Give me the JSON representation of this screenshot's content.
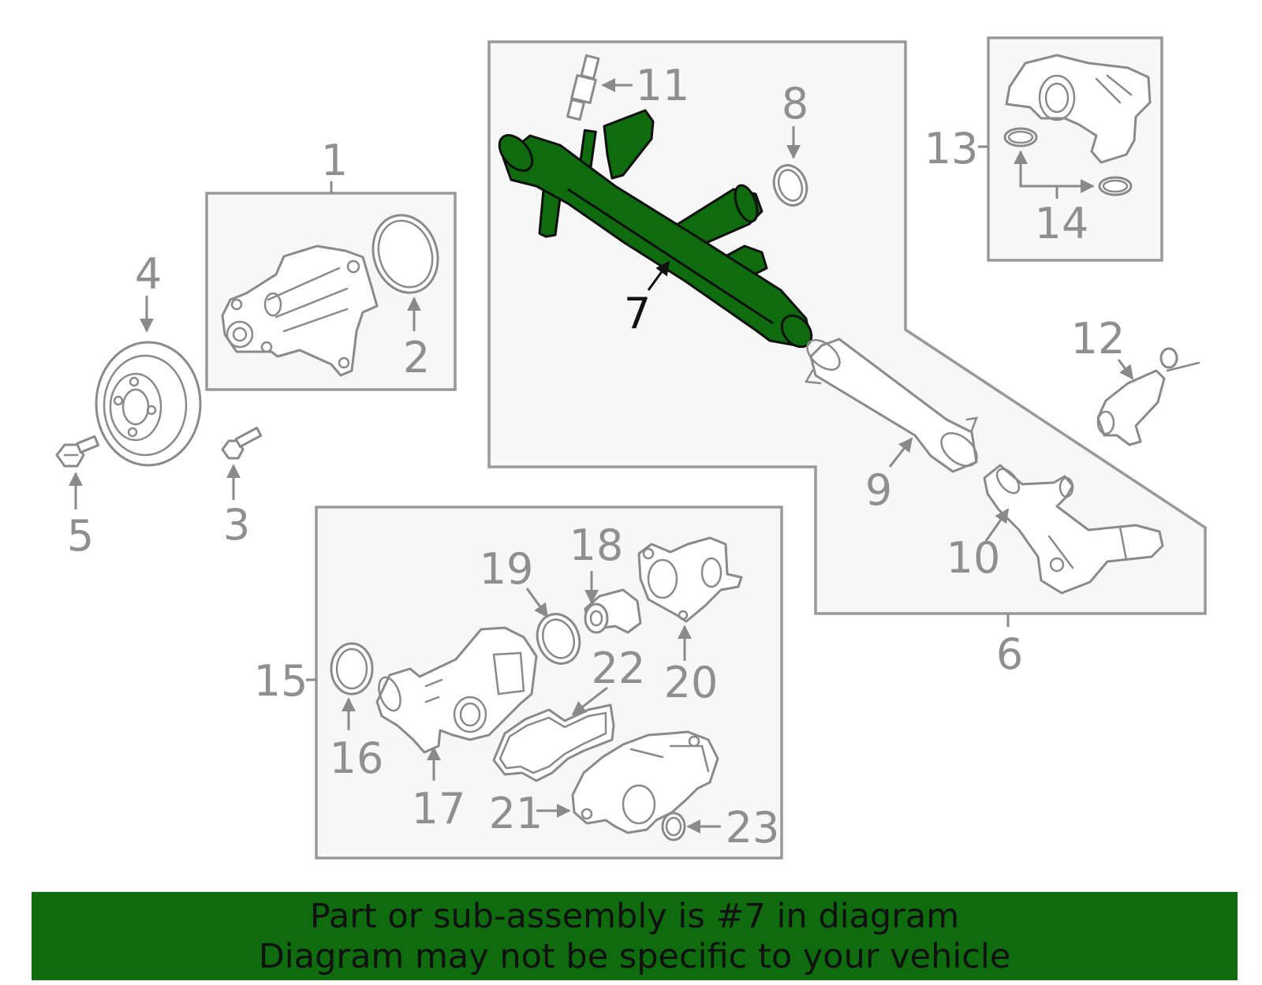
{
  "diagram": {
    "callouts": {
      "c1": "1",
      "c2": "2",
      "c3": "3",
      "c4": "4",
      "c5": "5",
      "c6": "6",
      "c7": "7",
      "c8": "8",
      "c9": "9",
      "c10": "10",
      "c11": "11",
      "c12": "12",
      "c13": "13",
      "c14": "14",
      "c15": "15",
      "c16": "16",
      "c17": "17",
      "c18": "18",
      "c19": "19",
      "c20": "20",
      "c21": "21",
      "c22": "22",
      "c23": "23"
    },
    "highlighted_part": "7",
    "highlight_color": "#0e6b0e",
    "outline_color": "#8a8a8a",
    "box_fill": "#f7f7f7"
  },
  "banner": {
    "line1": "Part or sub-assembly is #7 in diagram",
    "line2": "Diagram may not be specific to your vehicle",
    "background": "#0e6b0e"
  }
}
